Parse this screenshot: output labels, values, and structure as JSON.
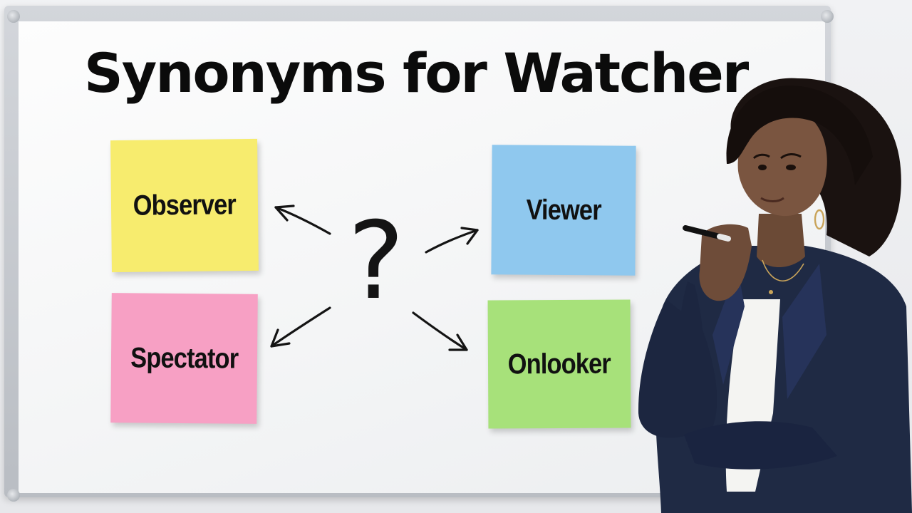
{
  "board": {
    "title": "Synonyms for Watcher",
    "question_mark": "?"
  },
  "notes": {
    "observer": {
      "label": "Observer",
      "color": "#f7ec6e"
    },
    "viewer": {
      "label": "Viewer",
      "color": "#8fc8ee"
    },
    "spectator": {
      "label": "Spectator",
      "color": "#f7a0c4"
    },
    "onlooker": {
      "label": "Onlooker",
      "color": "#a7e17a"
    }
  },
  "colors": {
    "ink": "#111111",
    "blazer": "#1f2a44",
    "board_frame": "#c2c6cc"
  }
}
